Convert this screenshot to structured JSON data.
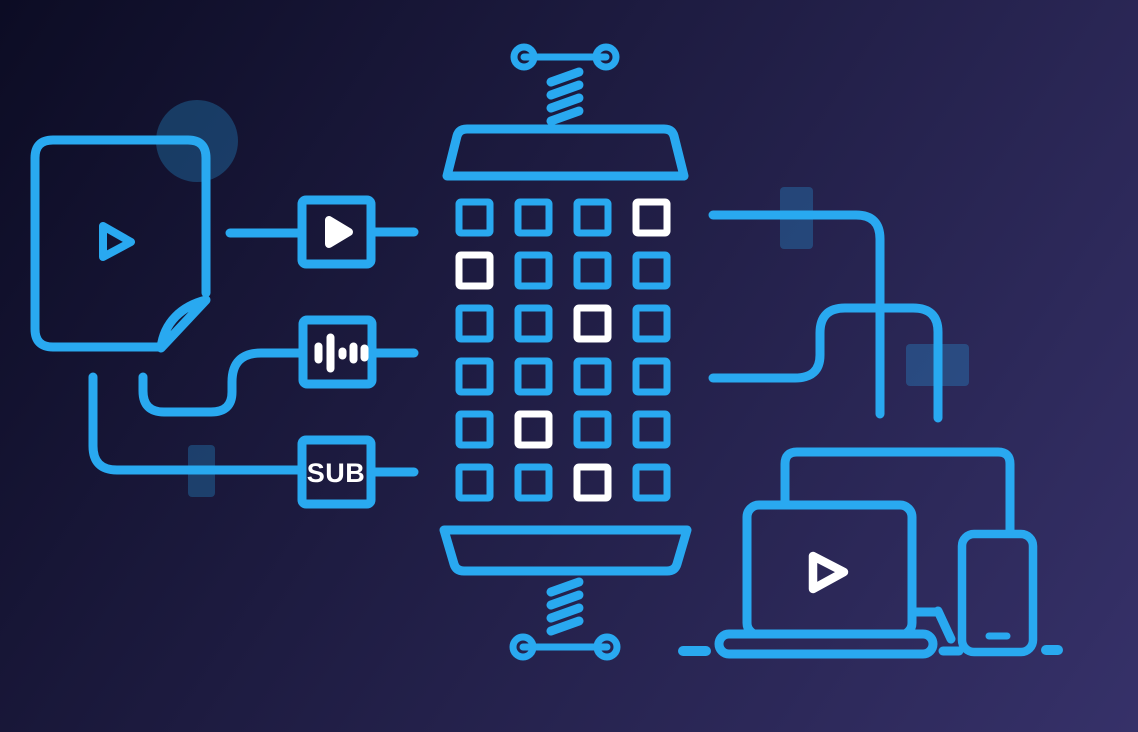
{
  "diagram": {
    "name": "video-packaging-pipeline",
    "description": "Video file split into tracks, pressed into packaged segments, delivered to devices"
  },
  "source": {
    "icon": "video-file-icon",
    "inner_icon": "play-icon"
  },
  "tracks": [
    {
      "name": "video-track",
      "icon": "play-icon",
      "label": ""
    },
    {
      "name": "audio-track",
      "icon": "waveform-icon",
      "label": ""
    },
    {
      "name": "subtitle-track",
      "icon": "text-label",
      "label": "SUB"
    }
  ],
  "packager": {
    "rows": 6,
    "cols": 4,
    "grid_pattern": [
      "BBBW",
      "WBBB",
      "BBWB",
      "BBBB",
      "BWBB",
      "BBWB"
    ],
    "legend": {
      "B": "blue-segment",
      "W": "white-segment"
    },
    "top": [
      "handle-icon",
      "spring-icon",
      "press-plate"
    ],
    "bottom": [
      "press-plate",
      "spring-icon",
      "handle-icon"
    ]
  },
  "devices": [
    {
      "name": "tv-icon"
    },
    {
      "name": "laptop-icon",
      "inner_icon": "play-icon"
    },
    {
      "name": "phone-icon"
    }
  ],
  "colors": {
    "accent": "#29A9F0",
    "white": "#FFFFFF",
    "overlay_blue": "rgba(41,169,240,0.28)",
    "background_start": "#0C0C24",
    "background_end": "#363169"
  }
}
